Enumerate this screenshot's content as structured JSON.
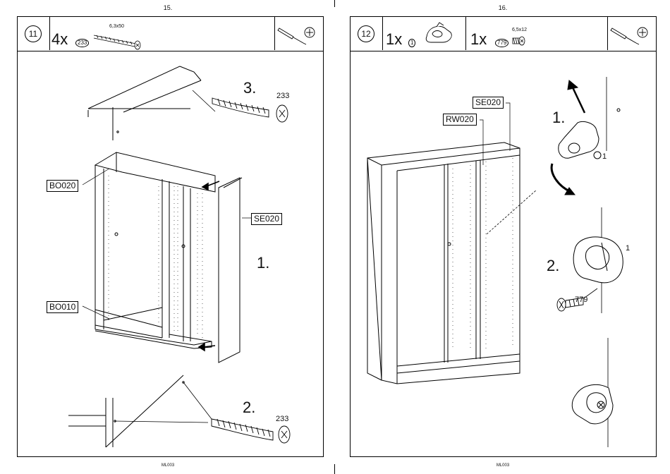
{
  "left_page": {
    "page_number": "15.",
    "footer_code": "ML003",
    "step": "11",
    "quantity": "4x",
    "part_id": "233",
    "part_size": "6,3x50",
    "substeps": [
      "1.",
      "2.",
      "3."
    ],
    "part_callouts": [
      "233",
      "233"
    ],
    "labels": [
      "BO020",
      "SE020",
      "BO010"
    ]
  },
  "right_page": {
    "page_number": "16.",
    "footer_code": "ML003",
    "step": "12",
    "quantity_1": "1x",
    "part_id_1": "1",
    "quantity_2": "1x",
    "part_id_2": "779",
    "part_size_2": "6,5x12",
    "substeps": [
      "1.",
      "2."
    ],
    "part_callouts": [
      "1",
      "1",
      "779"
    ],
    "labels": [
      "SE020",
      "RW020"
    ]
  },
  "icons": [
    "screwdriver-icon",
    "phillips-head-icon"
  ]
}
